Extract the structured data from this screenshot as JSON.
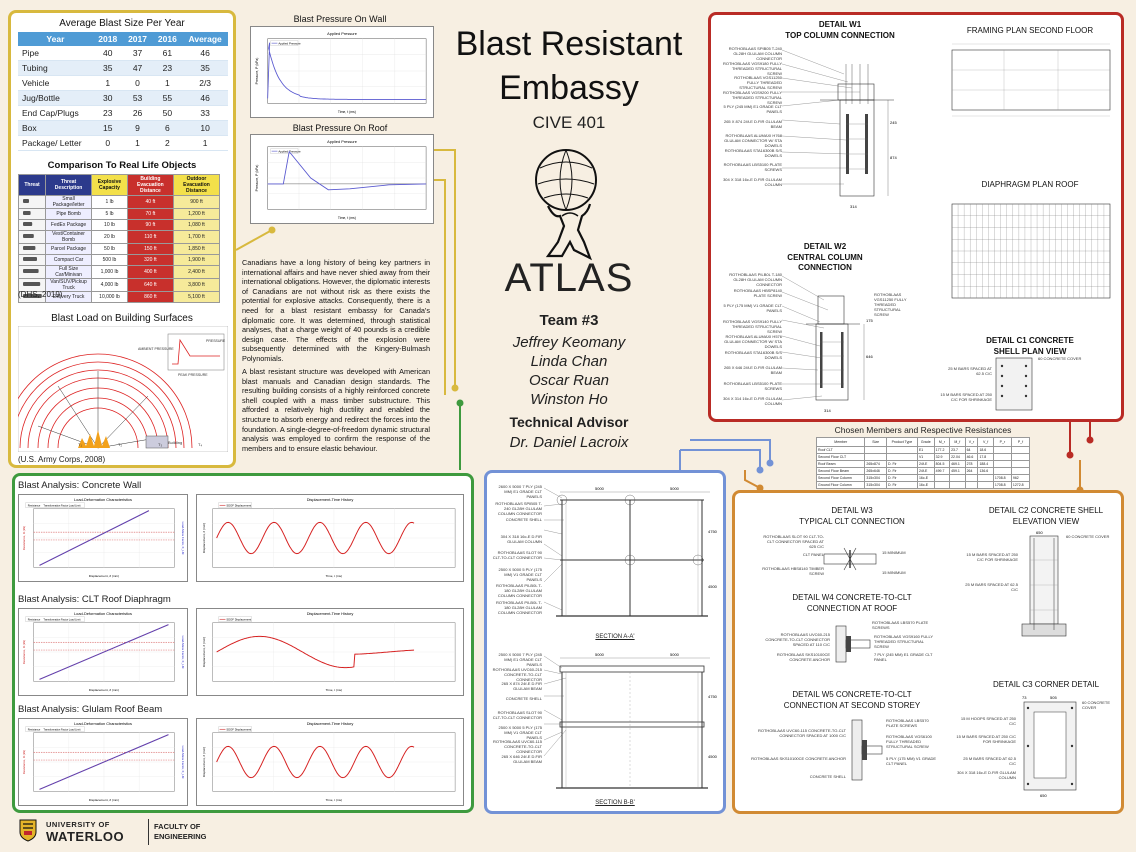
{
  "poster": {
    "title_line1": "Blast Resistant",
    "title_line2": "Embassy",
    "course": "CIVE 401",
    "logo_text": "ATLAS",
    "team_label": "Team #3",
    "members": [
      "Jeffrey Keomany",
      "Linda Chan",
      "Oscar Ruan",
      "Winston Ho"
    ],
    "advisor_label": "Technical Advisor",
    "advisor_name": "Dr. Daniel Lacroix"
  },
  "colors": {
    "background": "#f7efe2",
    "yellow_border": "#d8b93e",
    "green_border": "#3e9a3e",
    "red_border": "#b92b25",
    "blue_border": "#7392d6",
    "orange_border": "#d18a33",
    "table_header": "#4f9bd5",
    "waterloo_gold": "#e4b429"
  },
  "blast_table": {
    "title": "Average Blast Size Per Year",
    "headers": [
      "Year",
      "2018",
      "2017",
      "2016",
      "Average"
    ],
    "rows": [
      [
        "Pipe",
        "40",
        "37",
        "61",
        "46"
      ],
      [
        "Tubing",
        "35",
        "47",
        "23",
        "35"
      ],
      [
        "Vehicle",
        "1",
        "0",
        "1",
        "2/3"
      ],
      [
        "Jug/Bottle",
        "30",
        "53",
        "55",
        "46"
      ],
      [
        "End Cap/Plugs",
        "23",
        "26",
        "50",
        "33"
      ],
      [
        "Box",
        "15",
        "9",
        "6",
        "10"
      ],
      [
        "Package/ Letter",
        "0",
        "1",
        "2",
        "1"
      ]
    ]
  },
  "comparison": {
    "title": "Comparison To Real Life Objects",
    "headers": [
      "Threat",
      "Threat Description",
      "Explosive Capacity",
      "Building Evacuation Distance",
      "Outdoor Evacuation Distance"
    ],
    "rows": [
      [
        "Small Package/letter",
        "1 lb",
        "40 ft",
        "900 ft"
      ],
      [
        "Pipe Bomb",
        "5 lb",
        "70 ft",
        "1,200 ft"
      ],
      [
        "FedEx Package",
        "10 lb",
        "90 ft",
        "1,080 ft"
      ],
      [
        "Vest/Container Bomb",
        "20 lb",
        "110 ft",
        "1,700 ft"
      ],
      [
        "Parcel Package",
        "50 lb",
        "150 ft",
        "1,850 ft"
      ],
      [
        "Compact Car",
        "500 lb",
        "320 ft",
        "1,900 ft"
      ],
      [
        "Full Size Car/Minivan",
        "1,000 lb",
        "400 ft",
        "2,400 ft"
      ],
      [
        "Van/SUV/Pickup Truck",
        "4,000 lb",
        "640 ft",
        "3,800 ft"
      ],
      [
        "Delivery Truck",
        "10,000 lb",
        "860 ft",
        "5,100 ft"
      ]
    ],
    "source": "(DHS, 2019)"
  },
  "building_load": {
    "title": "Blast Load on Building Surfaces",
    "source": "(U.S. Army Corps, 2008)",
    "labels": [
      "PRESSURE",
      "AMBIENT PRESSURE",
      "PEAK PRESSURE",
      "Building"
    ]
  },
  "wall_pressure": {
    "title": "Blast Pressure On Wall",
    "chart_title": "Applied Pressure",
    "legend": "Applied Pressure",
    "xlabel": "Time, t (ms)",
    "ylabel": "Pressure, P (kPa)"
  },
  "roof_pressure": {
    "title": "Blast Pressure On Roof",
    "chart_title": "Applied Pressure",
    "legend": "Applied Pressure",
    "xlabel": "Time, t (ms)",
    "ylabel": "Pressure, P (kPa)"
  },
  "paragraphs": [
    "Canadians have a long history of being key partners in international affairs and have never shied away from their international obligations. However, the diplomatic interests of Canadians are not without risk as there exists the potential for explosive attacks. Consequently, there is a need for a blast resistant embassy for Canada's diplomatic core. It was determined, through statistical analyses, that a charge weight of 40 pounds is a credible design case. The effects of the explosion were subsequently determined with the Kingery-Bulmash Polynomials.",
    "A blast resistant structure was developed with American blast manuals and Canadian design standards. The resulting building consists of a highly reinforced concrete shell coupled with a mass timber substructure. This afforded a relatively high ductility and enabled the structure to absorb energy and redirect the forces into the foundation. A single-degree-of-freedom dynamic structural analysis was employed to confirm the response of the members and to ensure elastic behaviour."
  ],
  "analysis": [
    {
      "title": "Blast Analysis: Concrete Wall",
      "ld_title": "Load-Deformation Characteristics",
      "ld_legend": [
        "Resistance",
        "Transformation Factor",
        "Load Limit"
      ],
      "ld_xlabel": "Displacement, δ (mm)",
      "ld_ylabel": "Resistance, R (kN)",
      "ld_y2label": "Load-Mass Factor, K_LM",
      "dt_title": "Displacement-Time History",
      "dt_legend": "SDOF Displacement",
      "dt_xlabel": "Time, t (ms)",
      "dt_ylabel": "Displacement, δ (mm)"
    },
    {
      "title": "Blast Analysis: CLT Roof Diaphragm",
      "ld_title": "Load-Deformation Characteristics",
      "ld_legend": [
        "Resistance",
        "Transformation Factor",
        "Load Limit"
      ],
      "ld_xlabel": "Displacement, δ (mm)",
      "ld_ylabel": "Resistance, R (kN)",
      "ld_y2label": "Load-Mass Factor, K_LM",
      "dt_title": "Displacement-Time History",
      "dt_legend": "SDOF Displacement",
      "dt_xlabel": "Time, t (ms)",
      "dt_ylabel": "Displacement, δ (mm)"
    },
    {
      "title": "Blast Analysis: Glulam Roof Beam",
      "ld_title": "Load-Deformation Characteristics",
      "ld_legend": [
        "Resistance",
        "Transformation Factor",
        "Load Limit"
      ],
      "ld_xlabel": "Displacement, δ (mm)",
      "ld_ylabel": "Resistance, R (kN)",
      "ld_y2label": "Load-Mass Factor, K_LM",
      "dt_title": "Displacement-Time History",
      "dt_legend": "SDOF Displacement",
      "dt_xlabel": "Time, t (ms)",
      "dt_ylabel": "Displacement, δ (mm)"
    }
  ],
  "details_top": {
    "w1_title": "DETAIL W1",
    "w1_sub": "TOP COLUMN CONNECTION",
    "w1_labels": [
      "ROTHOBLAAS SPIB05 T-240 GL28H GLULAM COLUMN CONNECTOR",
      "ROTHOBLAAS VGS9180 FULLY THREADED STRUCTURAL SCREW",
      "ROTHOBLAAS VGS11250 FULLY THREADED STRUCTURAL SCREW",
      "ROTHOBLAAS VGS9200 FULLY THREADED STRUCTURAL SCREW",
      "5 PLY (245 MM) E1 GRADE CLT PANELS",
      "265 X 874 24f-E D.FIR GLULAM BEAM",
      "ROTHOBLAAS ALUMAXI H768 GLULAM CONNECTOR W/ STA DOWELS",
      "ROTHOBLAAS STA16300B S/S DOWELS",
      "ROTHOBLAAS LBS5100 PLATE SCREWS",
      "304 X 318 16c-E D.FIR GLULAM COLUMN"
    ],
    "framing_title": "FRAMING PLAN SECOND FLOOR",
    "diaphragm_title": "DIAPHRAGM PLAN ROOF",
    "w2_title": "DETAIL W2",
    "w2_sub": "CENTRAL COLUMN CONNECTION",
    "w2_labels": [
      "ROTHOBLAAS PILB0L T-180 GL28H GLULAM COLUMN CONNECTOR",
      "ROTHOBLAAS HBSP8140 PLATE SCREW",
      "5 PLY (175 MM) V1 GRADE CLT PANELS",
      "ROTHOBLAAS VGS9140 FULLY THREADED STRUCTURAL SCREW",
      "ROTHOBLAAS ALUMAXI H576 GLULAM CONNECTOR W/ STA DOWELS",
      "ROTHOBLAAS STA16300B S/S DOWELS",
      "265 X 646 24f-E D.FIR GLULAM BEAM",
      "ROTHOBLAAS LBS5100 PLATE SCREWS",
      "304 X 314 16c-E D.FIR GLULAM COLUMN",
      "ROTHOBLAAS VGS11250 FULLY THREADED STRUCTURAL SCREW"
    ],
    "c1_title": "DETAIL C1 CONCRETE",
    "c1_sub": "SHELL PLAN VIEW",
    "c1_labels": [
      "60 CONCRETE COVER",
      "25 M BARS SPACED AT 62.5 C/C",
      "15 M BARS SPACED AT 250 C/C FOR SHRINKAGE"
    ]
  },
  "members_table": {
    "title": "Chosen Members and Respective Resistances",
    "headers": [
      "Member",
      "Size",
      "Product Type",
      "Grade",
      "M_r",
      "M_f",
      "V_r",
      "V_f",
      "P_r",
      "P_f"
    ],
    "rows": [
      [
        "Roof CLT",
        "",
        "",
        "E1",
        "177.2",
        "23.7",
        "64",
        "18.6",
        "",
        ""
      ],
      [
        "Second Floor CLT",
        "",
        "",
        "V1",
        "32.9",
        "22.04",
        "46.6",
        "17.8",
        "",
        ""
      ],
      [
        "Roof Beam",
        "265x874",
        "D. Fir",
        "24f-E",
        "804.5",
        "469.1",
        "278",
        "188.4",
        "",
        ""
      ],
      [
        "Second Floor Beam",
        "265x646",
        "D. Fir",
        "24f-E",
        "499.7",
        "459.1",
        "264",
        "136.6",
        "",
        ""
      ],
      [
        "Second Floor Column",
        "315x304",
        "D. Fir",
        "16c-E",
        "",
        "",
        "",
        "",
        "1708.8",
        "962"
      ],
      [
        "Ground Floor Column",
        "315x304",
        "D. Fir",
        "16c-E",
        "",
        "",
        "",
        "",
        "1708.8",
        "1272.8"
      ]
    ]
  },
  "sections": {
    "a_title": "SECTION A-A'",
    "b_title": "SECTION B-B'",
    "dims": [
      "5000",
      "5000",
      "4750",
      "4500"
    ],
    "a_labels": [
      "2600 X 5000 7 PLY (245 MM) E1 GRADE CLT PANELS",
      "ROTHOBLAAS SPIB05 T-240 GL28H GLULAM COLUMN CONNECTOR",
      "CONCRETE SHELL",
      "304 X 318 16c-E D.FIR GLULAM COLUMN",
      "ROTHOBLAAS SLOT 90 CLT-TO-CLT CONNECTOR",
      "2500 X 5000 5 PLY (175 MM) V1 GRADE CLT PANELS",
      "ROTHOBLAAS PILB0L T-180 GL28H GLULAM COLUMN CONNECTOR",
      "ROTHOBLAAS PILB0L T-180 GL28H GLULAM COLUMN CONNECTOR"
    ],
    "b_labels": [
      "2500 X 5000 7 PLY (245 MM) E1 GRADE CLT PANELS",
      "ROTHOBLAAS UVC60-215 CONCRETE-TO-CLT CONNECTOR",
      "265 X 874 24f-E D.FIR GLULAM BEAM",
      "CONCRETE SHELL",
      "ROTHOBLAAS SLOT 90 CLT-TO-CLT CONNECTOR",
      "2500 X 5000 5 PLY (175 MM) V1 GRADE CLT PANELS",
      "ROTHOBLAAS UVC60-115 CONCRETE-TO-CLT CONNECTOR",
      "265 X 646 24f-E D.FIR GLULAM BEAM"
    ]
  },
  "details_bottom": {
    "w3_title": "DETAIL W3",
    "w3_sub": "TYPICAL CLT CONNECTION",
    "w3_labels": [
      "ROTHOBLAAS SLOT 90 CLT-TO-CLT CONNECTOR SPACED AT 625 C/C",
      "CLT PANEL",
      "ROTHOBLAAS HBS8140 TIMBER SCREW",
      "15 MINIMUM",
      "15 MINIMUM"
    ],
    "w4_title": "DETAIL W4 CONCRETE-TO-CLT",
    "w4_sub": "CONNECTION AT ROOF",
    "w4_labels": [
      "ROTHOBLAAS LBS570 PLATE SCREWS",
      "ROTHOBLAAS UVC60-215 CONCRETE-TO-CLT CONNECTOR SPACED AT 110 C/C",
      "ROTHOBLAAS VGS9160 FULLY THREADED STRUCTURAL SCREW",
      "ROTHOBLAAS SKS10100CE CONCRETE ANCHOR",
      "7 PLY (245 MM) E1 GRADE CLT PANEL"
    ],
    "w5_title": "DETAIL W5 CONCRETE-TO-CLT",
    "w5_sub": "CONNECTION AT SECOND STOREY",
    "w5_labels": [
      "ROTHOBLAAS LBS570 PLATE SCREWS",
      "ROTHOBLAAS UVC60-115 CONCRETE-TO-CLT CONNECTOR SPACED AT 1000 C/C",
      "ROTHOBLAAS VGS6100 FULLY THREADED STRUCTURAL SCREW",
      "ROTHOBLAAS SKS10100CE CONCRETE ANCHOR",
      "5 PLY (175 MM) V1 GRADE CLT PANEL",
      "CONCRETE SHELL"
    ],
    "c2_title": "DETAIL C2 CONCRETE SHELL",
    "c2_sub": "ELEVATION VIEW",
    "c2_labels": [
      "60 CONCRETE COVER",
      "15 M BARS SPACED AT 250 C/C FOR SHRINKAGE",
      "25 M BARS SPACED AT 62.5 C/C",
      "650"
    ],
    "c3_title": "DETAIL C3 CORNER DETAIL",
    "c3_labels": [
      "60 CONCRETE COVER",
      "15 M HOOPS SPACED AT 250 C/C",
      "15 M BARS SPACED AT 250 C/C FOR SHRINKAGE",
      "25 M BARS SPACED AT 62.5 C/C",
      "304 X 318 16c-E D.FIR GLULAM COLUMN",
      "505",
      "73",
      "650"
    ]
  },
  "footer": {
    "uni_line1": "UNIVERSITY OF",
    "uni_line2": "WATERLOO",
    "faculty_line1": "FACULTY OF",
    "faculty_line2": "ENGINEERING"
  }
}
